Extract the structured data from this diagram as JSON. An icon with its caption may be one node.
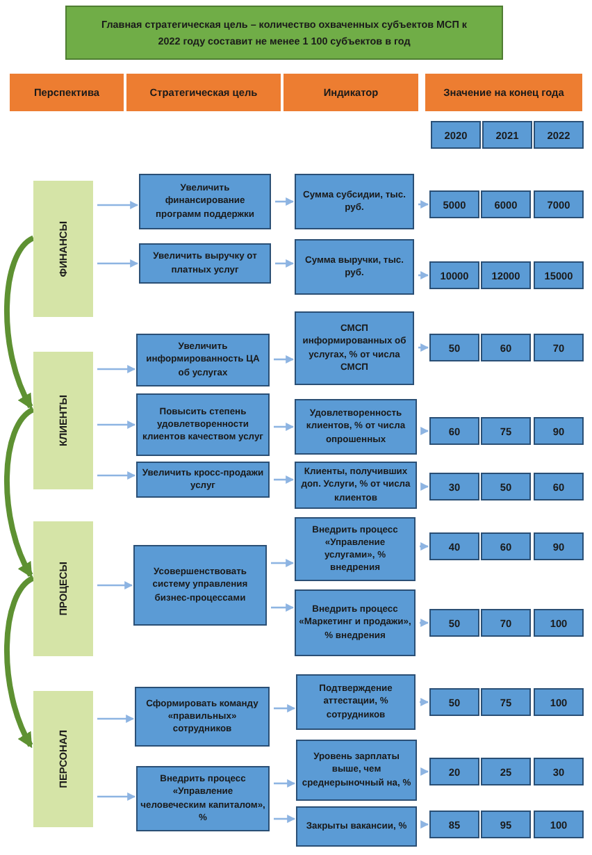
{
  "diagram": {
    "nodes": [
      {
        "text": [
          "Главная стратегическая цель – количество охваченных субъектов МСП к 2022 году составит не менее 1 100 субъектов в год"
        ]
      },
      {
        "text": [
          "Перспектива"
        ]
      },
      {
        "text": [
          "Стратегическая цель"
        ]
      },
      {
        "text": [
          "Индикатор"
        ]
      },
      {
        "text": [
          "Значение на конец года"
        ]
      },
      {
        "text": [
          "2020"
        ]
      },
      {
        "text": [
          "2021"
        ]
      },
      {
        "text": [
          "2022"
        ]
      },
      {
        "text": [
          "ФИНАНСЫ"
        ]
      },
      {
        "text": [
          "КЛИЕНТЫ"
        ]
      },
      {
        "text": [
          "ПРОЦЕСЫ"
        ]
      },
      {
        "text": [
          "ПЕРСОНАЛ"
        ]
      },
      {
        "text": [
          "Увеличить финансирование программ поддержки"
        ]
      },
      {
        "text": [
          "Увеличить выручку от платных услуг"
        ]
      },
      {
        "text": [
          "Увеличить информированность ЦА об услугах"
        ]
      },
      {
        "text": [
          "Повысить степень удовлетворенности клиентов качеством услуг"
        ]
      },
      {
        "text": [
          "Увеличить кросс-продажи услуг"
        ]
      },
      {
        "text": [
          "Усовершенствовать систему управления бизнес-процессами"
        ]
      },
      {
        "text": [
          "Сформировать команду «правильных» сотрудников"
        ]
      },
      {
        "text": [
          "Внедрить процесс «Управление человеческим капиталом», %"
        ]
      },
      {
        "text": [
          "Сумма субсидии, тыс. руб."
        ]
      },
      {
        "text": [
          "Сумма выручки, тыс. руб."
        ]
      },
      {
        "text": [
          "СМСП информированных об услугах, % от числа СМСП"
        ]
      },
      {
        "text": [
          "Удовлетворенность клиентов, % от числа опрошенных"
        ]
      },
      {
        "text": [
          "Клиенты, получивших доп. Услуги, % от числа клиентов"
        ]
      },
      {
        "text": [
          "Внедрить процесс «Управление услугами», % внедрения"
        ]
      },
      {
        "text": [
          "Внедрить процесс «Маркетинг и продажи», % внедрения"
        ]
      },
      {
        "text": [
          "Подтверждение аттестации, % сотрудников"
        ]
      },
      {
        "text": [
          "Уровень зарплаты выше, чем среднерыночный на, %"
        ]
      },
      {
        "text": [
          "Закрыты вакансии, %"
        ]
      },
      {
        "text": [
          "5000"
        ]
      },
      {
        "text": [
          "6000"
        ]
      },
      {
        "text": [
          "7000"
        ]
      },
      {
        "text": [
          "10000"
        ]
      },
      {
        "text": [
          "12000"
        ]
      },
      {
        "text": [
          "15000"
        ]
      },
      {
        "text": [
          "50"
        ]
      },
      {
        "text": [
          "60"
        ]
      },
      {
        "text": [
          "70"
        ]
      },
      {
        "text": [
          "60"
        ]
      },
      {
        "text": [
          "75"
        ]
      },
      {
        "text": [
          "90"
        ]
      },
      {
        "text": [
          "30"
        ]
      },
      {
        "text": [
          "50"
        ]
      },
      {
        "text": [
          "60"
        ]
      },
      {
        "text": [
          "40"
        ]
      },
      {
        "text": [
          "60"
        ]
      },
      {
        "text": [
          "90"
        ]
      },
      {
        "text": [
          "50"
        ]
      },
      {
        "text": [
          "70"
        ]
      },
      {
        "text": [
          "100"
        ]
      },
      {
        "text": [
          "50"
        ]
      },
      {
        "text": [
          "75"
        ]
      },
      {
        "text": [
          "100"
        ]
      },
      {
        "text": [
          "20"
        ]
      },
      {
        "text": [
          "25"
        ]
      },
      {
        "text": [
          "30"
        ]
      },
      {
        "text": [
          "85"
        ]
      },
      {
        "text": [
          "95"
        ]
      },
      {
        "text": [
          "100"
        ]
      }
    ],
    "edges": [
      {
        "from": 8,
        "to": 12,
        "arrow": "to"
      },
      {
        "from": 8,
        "to": 13,
        "arrow": "to"
      },
      {
        "from": 9,
        "to": 14,
        "arrow": "to"
      },
      {
        "from": 9,
        "to": 15,
        "arrow": "to"
      },
      {
        "from": 9,
        "to": 16,
        "arrow": "to"
      },
      {
        "from": 10,
        "to": 17,
        "arrow": "to"
      },
      {
        "from": 11,
        "to": 18,
        "arrow": "to"
      },
      {
        "from": 11,
        "to": 19,
        "arrow": "to"
      },
      {
        "from": 12,
        "to": 20,
        "arrow": "to"
      },
      {
        "from": 13,
        "to": 21,
        "arrow": "to"
      },
      {
        "from": 14,
        "to": 22,
        "arrow": "to"
      },
      {
        "from": 15,
        "to": 23,
        "arrow": "to"
      },
      {
        "from": 16,
        "to": 24,
        "arrow": "to"
      },
      {
        "from": 17,
        "to": 25,
        "arrow": "to"
      },
      {
        "from": 17,
        "to": 26,
        "arrow": "to"
      },
      {
        "from": 18,
        "to": 27,
        "arrow": "to"
      },
      {
        "from": 19,
        "to": 28,
        "arrow": "to"
      },
      {
        "from": 19,
        "to": 29,
        "arrow": "to"
      },
      {
        "from": 20,
        "to": 30,
        "arrow": "to"
      },
      {
        "from": 21,
        "to": 33,
        "arrow": "to"
      },
      {
        "from": 22,
        "to": 36,
        "arrow": "to"
      },
      {
        "from": 23,
        "to": 39,
        "arrow": "to"
      },
      {
        "from": 24,
        "to": 42,
        "arrow": "to"
      },
      {
        "from": 25,
        "to": 45,
        "arrow": "to"
      },
      {
        "from": 26,
        "to": 48,
        "arrow": "to"
      },
      {
        "from": 27,
        "to": 51,
        "arrow": "to"
      },
      {
        "from": 28,
        "to": 54,
        "arrow": "to"
      },
      {
        "from": 29,
        "to": 57,
        "arrow": "to"
      },
      {
        "from": 8,
        "to": 9,
        "arrow": "to",
        "style": "thick",
        "color": "#5e9132"
      },
      {
        "from": 9,
        "to": 10,
        "arrow": "to",
        "style": "thick",
        "color": "#5e9132"
      },
      {
        "from": 10,
        "to": 11,
        "arrow": "to",
        "style": "thick",
        "color": "#5e9132"
      }
    ]
  }
}
